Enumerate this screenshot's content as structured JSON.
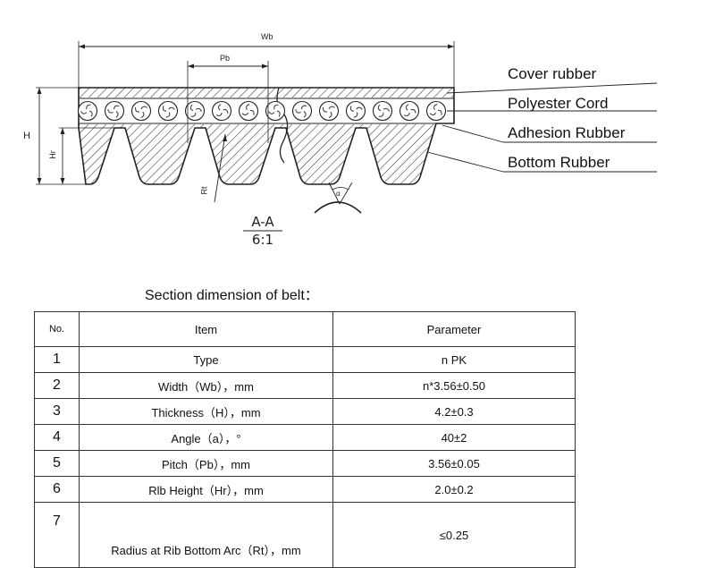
{
  "diagram": {
    "dimension_labels": {
      "wb": "Wb",
      "pb": "Pb",
      "h": "H",
      "hr": "Hr",
      "rt": "Rt",
      "a": "α"
    },
    "section_label": {
      "top": "A-A",
      "bottom": "6:1"
    },
    "callouts": [
      "Cover rubber",
      "Polyester Cord",
      "Adhesion Rubber",
      "Bottom Rubber"
    ]
  },
  "table": {
    "title": "Section dimension of belt：",
    "headers": {
      "no": "No.",
      "item": "Item",
      "parameter": "Parameter"
    },
    "rows": [
      {
        "no": "1",
        "item": "Type",
        "parameter": "n PK"
      },
      {
        "no": "2",
        "item": "Width（Wb），mm",
        "parameter": "n*3.56±0.50"
      },
      {
        "no": "3",
        "item": "Thickness（H），mm",
        "parameter": "4.2±0.3"
      },
      {
        "no": "4",
        "item": "Angle（a），°",
        "parameter": "40±2"
      },
      {
        "no": "5",
        "item": "Pitch（Pb），mm",
        "parameter": "3.56±0.05"
      },
      {
        "no": "6",
        "item": "Rlb Height（Hr），mm",
        "parameter": "2.0±0.2"
      },
      {
        "no": "7",
        "item": "Radius at Rib Bottom Arc（Rt），mm",
        "parameter": "≤0.25"
      }
    ]
  }
}
